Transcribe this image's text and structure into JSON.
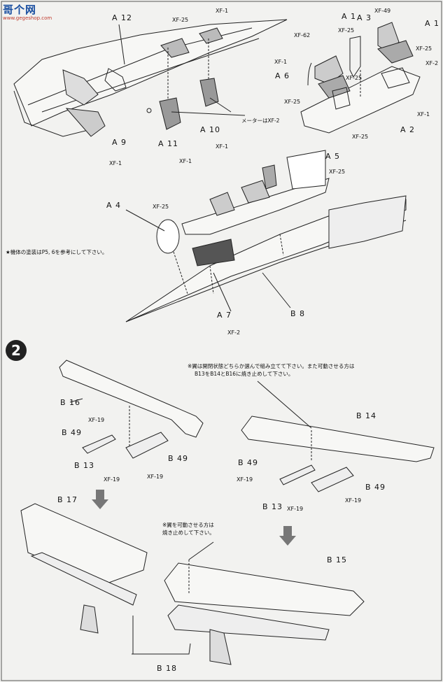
{
  "watermark": {
    "site_name": "哥个网",
    "site_url": "www.gegeshop.com"
  },
  "step2_number": "2",
  "notes": {
    "paint_note": "★機体の塗装はP5, 6を参考にして下さい。",
    "wing_note_line1": "※翼は開閉状態どちらか選んで組み立てて下さい。また可動させる方は",
    "wing_note_line2": "B13をB14とB16に焼き止めして下さい。",
    "movable_line1": "※翼を可動させる方は",
    "movable_line2": "焼き止めして下さい。",
    "meter_note": "メーターはXF-2"
  },
  "parts": {
    "a12": "A 12",
    "a9": "A 9",
    "a11": "A 11",
    "a10": "A 10",
    "a1_left": "A 1",
    "a3": "A 3",
    "a1_right": "A 1",
    "a6": "A 6",
    "a2": "A 2",
    "a5": "A 5",
    "a4": "A 4",
    "a7": "A 7",
    "b8": "B 8",
    "b16": "B 16",
    "b49_l1": "B 49",
    "b13_l": "B 13",
    "b49_l2": "B 49",
    "b14": "B 14",
    "b49_r1": "B 49",
    "b13_r": "B 13",
    "b49_r2": "B 49",
    "b17": "B 17",
    "b15": "B 15",
    "b18": "B 18"
  },
  "paints": {
    "xf25_a12": "XF-25",
    "xf1_top": "XF-1",
    "xf1_a9": "XF-1",
    "xf1_a11": "XF-1",
    "xf1_a10": "XF-1",
    "xf49": "XF-49",
    "xf62": "XF-62",
    "xf25_a3": "XF-25",
    "xf25_a1r": "XF-25",
    "xf2_a1r": "XF-2",
    "xf1_a6": "XF-1",
    "xf25_a6": "XF-25",
    "xf25_seat": "XF-25",
    "xf1_a2": "XF-1",
    "xf25_a2": "XF-25",
    "xf25_a5": "XF-25",
    "xf25_a4": "XF-25",
    "xf2_a7": "XF-2",
    "xf19_l1": "XF-19",
    "xf19_l2": "XF-19",
    "xf19_l3": "XF-19",
    "xf19_r1": "XF-19",
    "xf19_r2": "XF-19",
    "xf19_r3": "XF-19"
  }
}
